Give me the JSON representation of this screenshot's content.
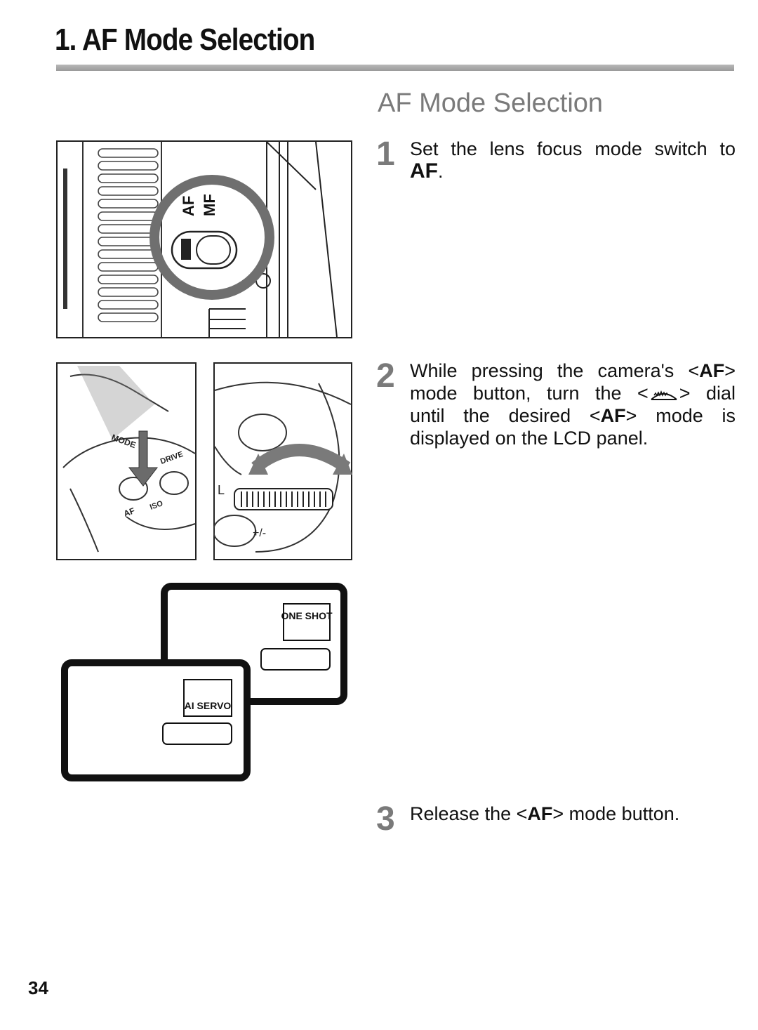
{
  "page": {
    "title": "1. AF Mode Selection",
    "section_heading": "AF Mode Selection",
    "page_number": "34"
  },
  "steps": [
    {
      "number": "1",
      "text_line1": "Set the lens focus mode switch to",
      "af_label": "AF",
      "af_suffix": "."
    },
    {
      "number": "2",
      "line1_pre": "While pressing the camera's <",
      "af1": "AF",
      "line1_post": ">",
      "line2_pre": "mode button, turn the <",
      "line2_post": "> dial",
      "line3_pre": "until the desired <",
      "af2": "AF",
      "line3_post": "> mode is",
      "line4": "displayed on the LCD panel."
    },
    {
      "number": "3",
      "pre": "Release the <",
      "af": "AF",
      "post": "> mode button."
    }
  ],
  "figures": {
    "lens": {
      "switch_af": "AF",
      "switch_mf": "MF",
      "icon": "lens-focus-switch"
    },
    "mode_button": {
      "mode": "MODE",
      "drive": "DRIVE",
      "af": "AF",
      "iso": "ISO",
      "icon": "af-mode-button"
    },
    "dial": {
      "icon": "main-dial",
      "label_l": "L",
      "label_pm": "+/-"
    },
    "lcd_one_shot": "ONE SHOT",
    "lcd_ai_servo": "AI SERVO"
  }
}
